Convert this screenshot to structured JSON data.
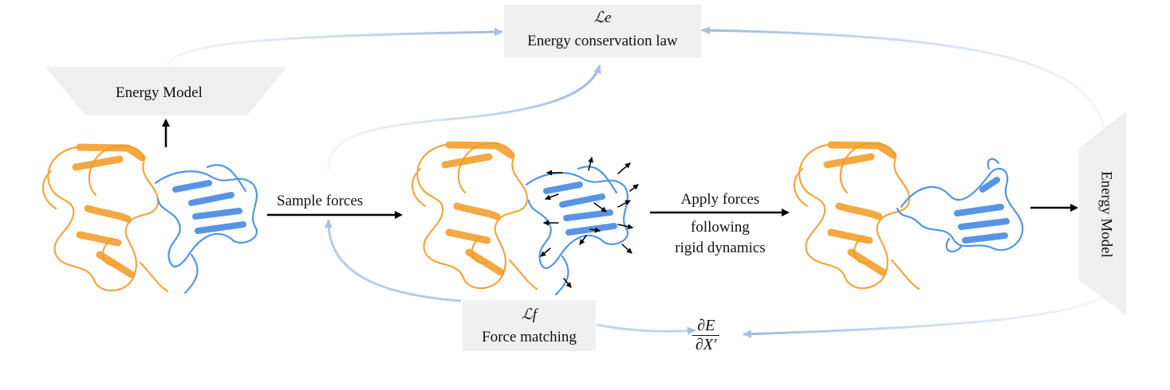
{
  "loss_e": {
    "symbol": "ℒe",
    "label": "Energy conservation law"
  },
  "loss_f": {
    "symbol": "ℒf",
    "label": "Force matching"
  },
  "energy_model_left": {
    "label": "Energy Model"
  },
  "energy_model_right": {
    "label": "Energy Model"
  },
  "sample_forces": {
    "label": "Sample forces"
  },
  "apply_forces": {
    "line1": "Apply forces",
    "line2": "following",
    "line3": "rigid dynamics"
  },
  "gradient": {
    "numerator": "∂E",
    "denominator": "∂X′"
  },
  "colors": {
    "orange_protein": "#f0a235",
    "blue_protein": "#4a90e2",
    "feedback_arrow": "#b9cbe3",
    "box_fill": "#efefef"
  }
}
